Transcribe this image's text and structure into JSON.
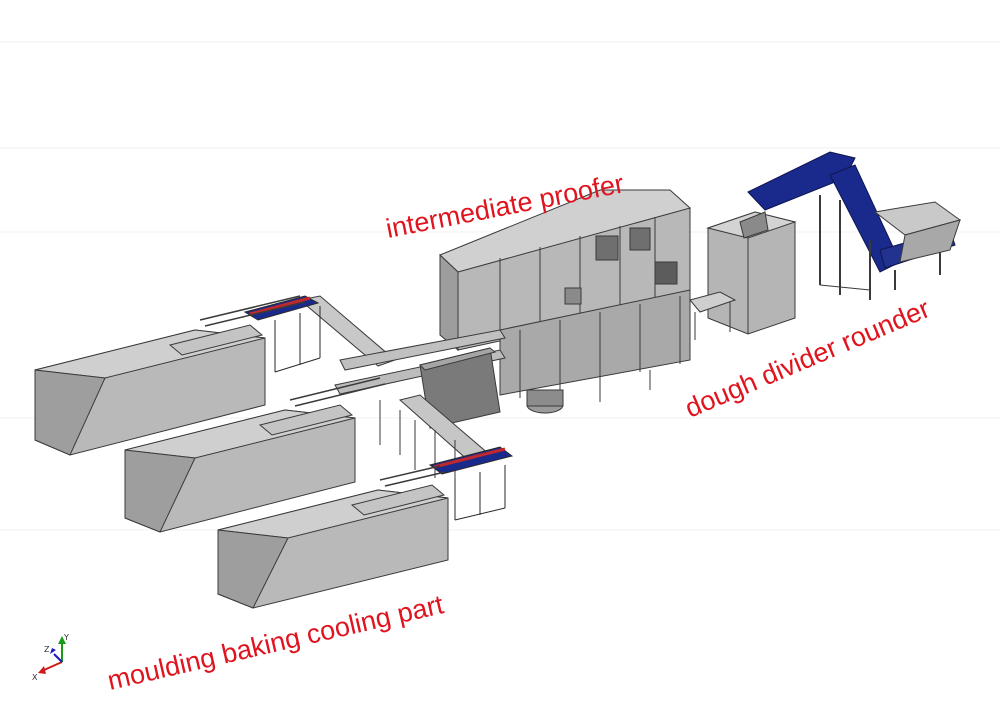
{
  "labels": {
    "intermediate_proofer": "intermediate proofer",
    "dough_divider_rounder": "dough divider rounder",
    "moulding_baking_cooling": "moulding baking cooling part"
  },
  "colors": {
    "label_red": "#e0141e",
    "body_grey": "#b3b3b3",
    "face_grey": "#c6c6c6",
    "dark_grey": "#8f8f8f",
    "outline": "#333333",
    "conveyor_blue": "#1a2a8c",
    "accent_red": "#c0282a"
  },
  "axis_triad": {
    "x": "X",
    "y": "Y",
    "z": "Z"
  }
}
